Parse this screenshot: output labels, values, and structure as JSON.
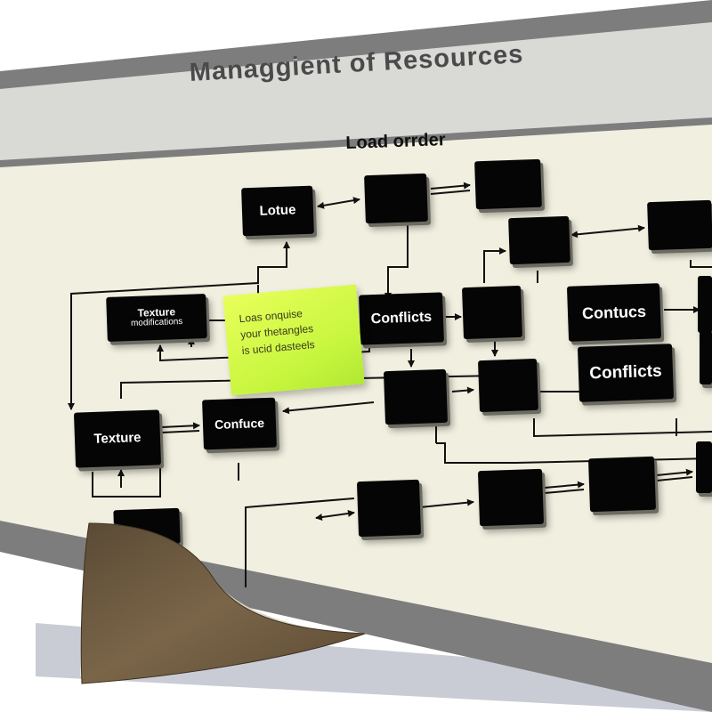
{
  "diagram": {
    "title": "Managgient of  Resources",
    "subtitle": "Load orrder",
    "colors": {
      "board": "#f1efdf",
      "frame": "#7d7d7d",
      "node": "#050505",
      "note": "#d4f84a",
      "curl": "#6e5a3f"
    },
    "nodes": {
      "lotue": "Lotue",
      "texture_mod_line1": "Texture",
      "texture_mod_line2": "modifications",
      "conflicts_center": "Conflicts",
      "contucs": "Contucs",
      "conflicts_right": "Conflicts",
      "texture": "Texture",
      "confuce": "Confuce"
    },
    "sticky_note": {
      "line1": "Loas onquise",
      "line2": "your thetangles",
      "line3": "is ucid dasteels"
    }
  }
}
